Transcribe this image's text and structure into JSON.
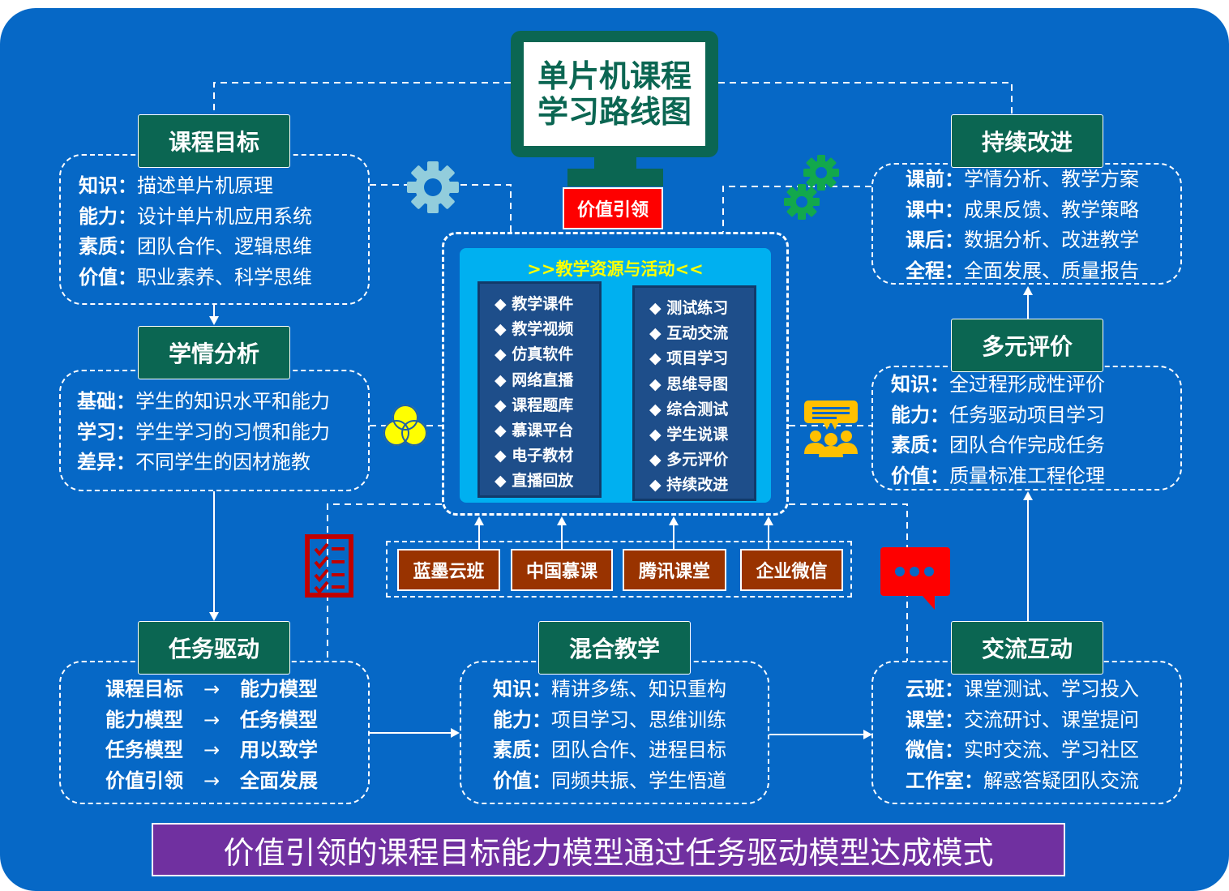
{
  "title": {
    "line1": "单片机课程",
    "line2": "学习路线图"
  },
  "value_tag": "价值引领",
  "resources": {
    "title": ">>教学资源与活动<<",
    "bullet": "◆",
    "left": [
      "教学课件",
      "教学视频",
      "仿真软件",
      "网络直播",
      "课程题库",
      "慕课平台",
      "电子教材",
      "直播回放"
    ],
    "right": [
      "测试练习",
      "互动交流",
      "项目学习",
      "思维导图",
      "综合测试",
      "学生说课",
      "多元评价",
      "持续改进"
    ]
  },
  "platforms": [
    "蓝墨云班",
    "中国慕课",
    "腾讯课堂",
    "企业微信"
  ],
  "nodes": {
    "course_goal": {
      "title": "课程目标",
      "rows": [
        {
          "k": "知识：",
          "v": "描述单片机原理"
        },
        {
          "k": "能力：",
          "v": "设计单片机应用系统"
        },
        {
          "k": "素质：",
          "v": "团队合作、逻辑思维"
        },
        {
          "k": "价值：",
          "v": "职业素养、科学思维"
        }
      ]
    },
    "learner_analysis": {
      "title": "学情分析",
      "rows": [
        {
          "k": "基础：",
          "v": "学生的知识水平和能力"
        },
        {
          "k": "学习：",
          "v": "学生学习的习惯和能力"
        },
        {
          "k": "差异：",
          "v": "不同学生的因材施教"
        }
      ]
    },
    "task_driven": {
      "title": "任务驱动",
      "arrow": "→",
      "rows": [
        {
          "from": "课程目标",
          "to": "能力模型"
        },
        {
          "from": "能力模型",
          "to": "任务模型"
        },
        {
          "from": "任务模型",
          "to": "用以致学"
        },
        {
          "from": "价值引领",
          "to": "全面发展"
        }
      ]
    },
    "blended_teaching": {
      "title": "混合教学",
      "rows": [
        {
          "k": "知识：",
          "v": "精讲多练、知识重构"
        },
        {
          "k": "能力：",
          "v": "项目学习、思维训练"
        },
        {
          "k": "素质：",
          "v": "团队合作、进程目标"
        },
        {
          "k": "价值：",
          "v": "同频共振、学生悟道"
        }
      ]
    },
    "interaction": {
      "title": "交流互动",
      "rows": [
        {
          "k": "云班：",
          "v": "课堂测试、学习投入"
        },
        {
          "k": "课堂：",
          "v": "交流研讨、课堂提问"
        },
        {
          "k": "微信：",
          "v": "实时交流、学习社区"
        },
        {
          "k": "工作室：",
          "v": "解惑答疑团队交流"
        }
      ]
    },
    "evaluation": {
      "title": "多元评价",
      "rows": [
        {
          "k": "知识：",
          "v": "全过程形成性评价"
        },
        {
          "k": "能力：",
          "v": "任务驱动项目学习"
        },
        {
          "k": "素质：",
          "v": "团队合作完成任务"
        },
        {
          "k": "价值：",
          "v": "质量标准工程伦理"
        }
      ]
    },
    "improvement": {
      "title": "持续改进",
      "rows": [
        {
          "k": "课前：",
          "v": "学情分析、教学方案"
        },
        {
          "k": "课中：",
          "v": "成果反馈、教学策略"
        },
        {
          "k": "课后：",
          "v": "数据分析、改进教学"
        },
        {
          "k": "全程：",
          "v": "全面发展、质量报告"
        }
      ]
    }
  },
  "banner": "价值引领的课程目标能力模型通过任务驱动模型达成模式",
  "colors": {
    "background": "#0668c6",
    "node_header": "#0b6652",
    "value_tag": "#fe0000",
    "resource_panel": "#00b0f0",
    "resource_column": "#1e4e8a",
    "resource_title": "#ffff00",
    "platform": "#993300",
    "banner": "#7030a0"
  }
}
